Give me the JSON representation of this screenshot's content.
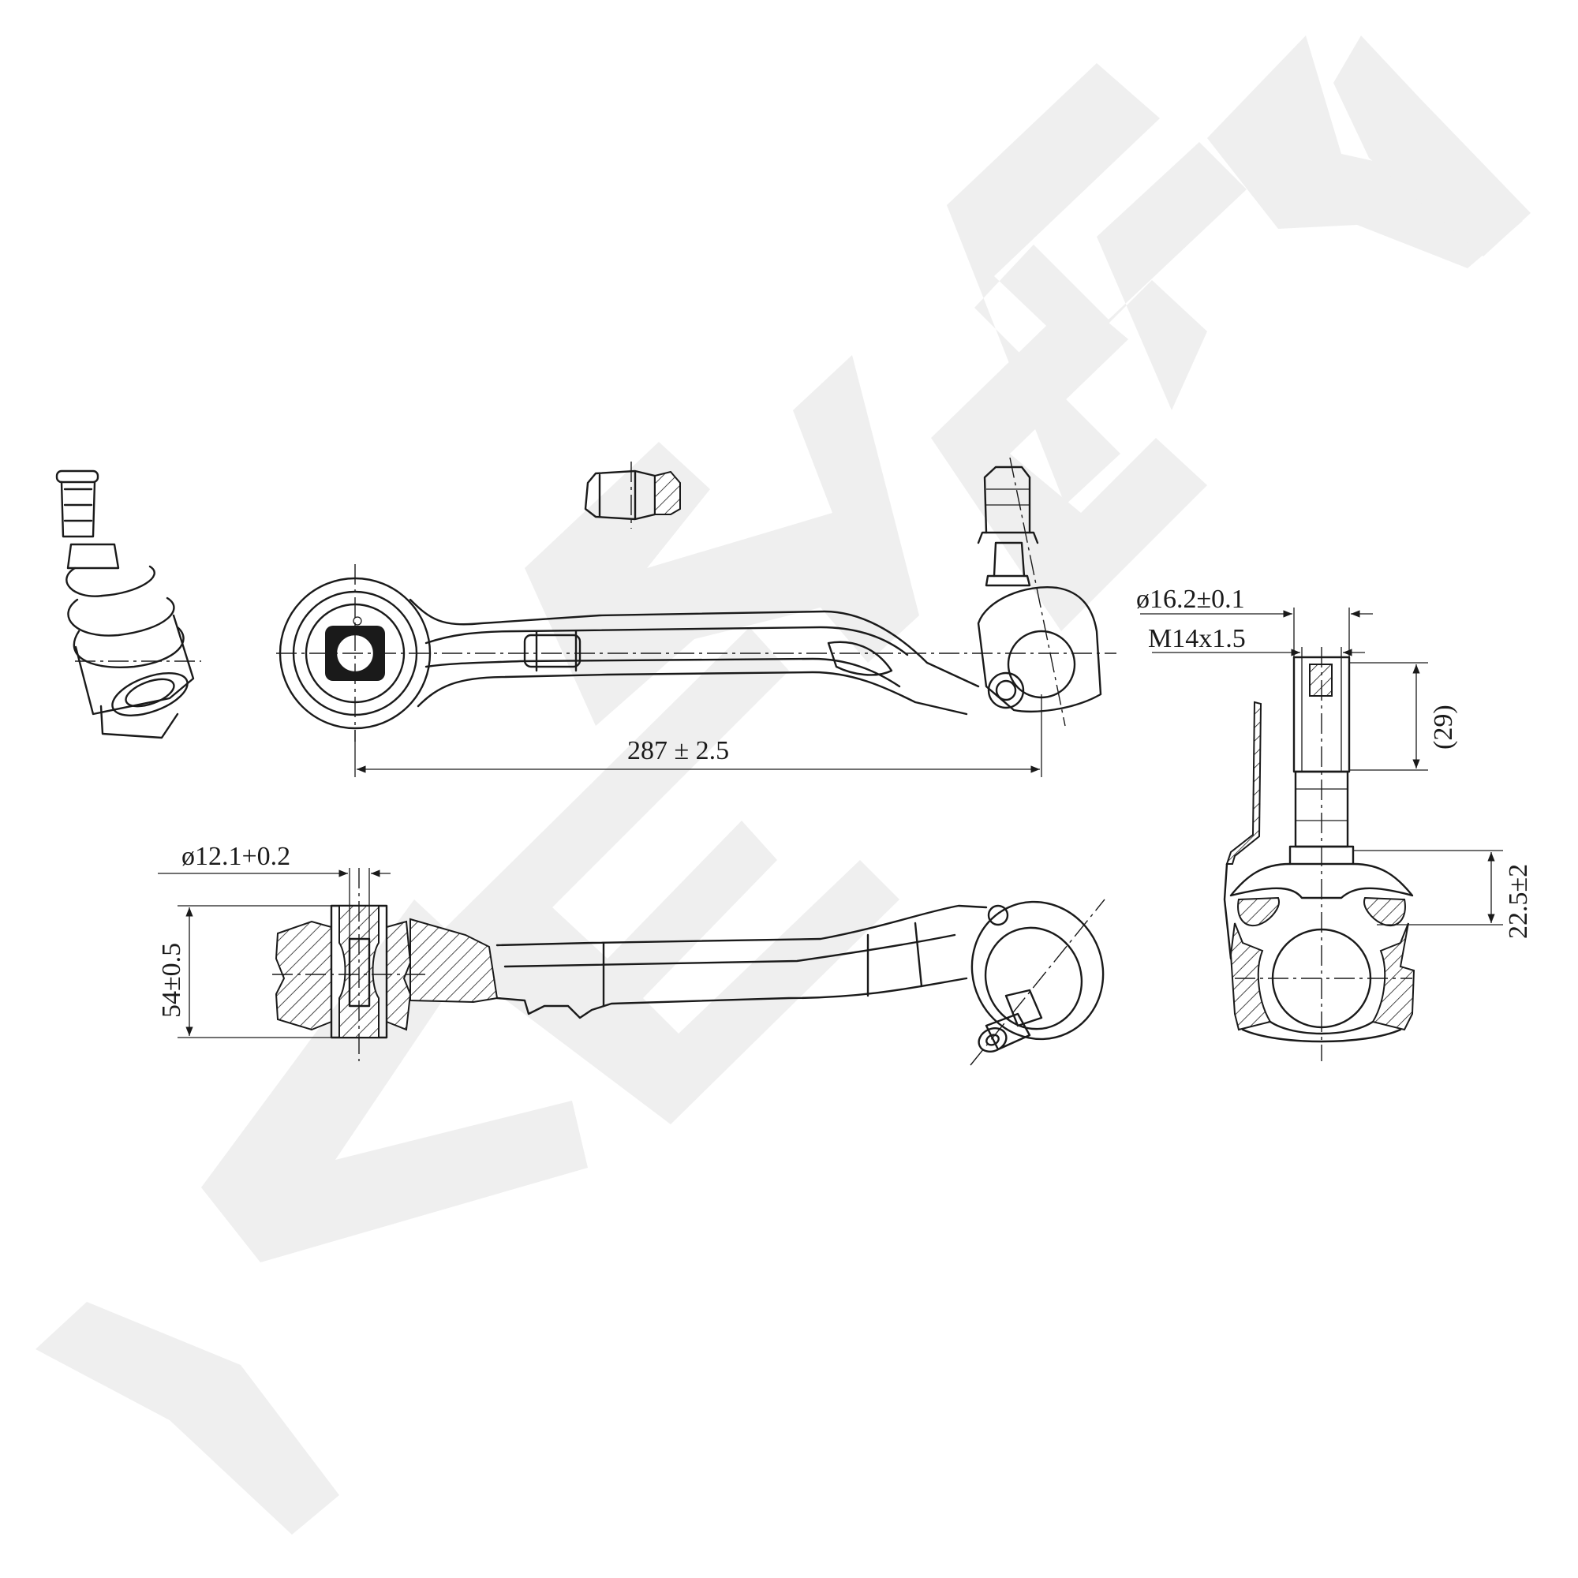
{
  "watermark": "ZENNEK",
  "dimensions": {
    "length": "287 ± 2.5",
    "hole_diameter": "ø12.1+0.2",
    "bushing_width": "54±0.5",
    "stud_diameter": "ø16.2±0.1",
    "thread": "M14x1.5",
    "thread_length": "(29)",
    "stud_height": "22.5±2"
  },
  "colors": {
    "line": "#1a1a1a",
    "watermark": "#efefef",
    "background": "#ffffff"
  }
}
